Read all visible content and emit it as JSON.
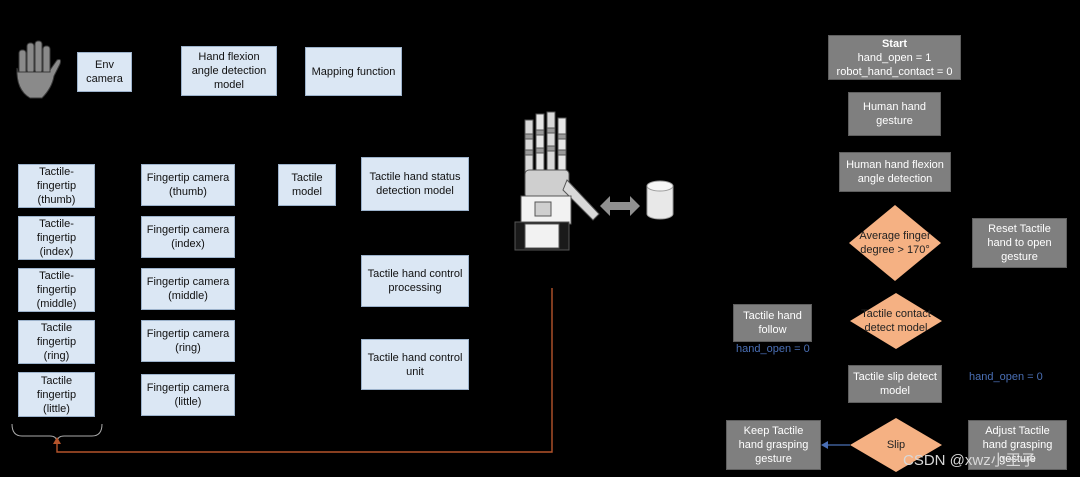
{
  "colors": {
    "background": "#000000",
    "model_box": "#dbe7f4",
    "flow_box": "#7f7f7f",
    "decision": "#f5b183",
    "feedback_line": "#b5542b",
    "note_text": "#4a6fb5"
  },
  "icons": {
    "human_hand": "hand-icon",
    "robot_hand": "robot-hand-icon",
    "exchange_arrow": "double-arrow-icon",
    "object": "cylinder-icon"
  },
  "pipeline": {
    "env_camera": "Env\ncamera",
    "flexion_model": "Hand flexion\nangle detection\nmodel",
    "mapping_function": "Mapping function",
    "tactile_fingertips": [
      "Tactile-\nfingertip\n(thumb)",
      "Tactile-\nfingertip\n(index)",
      "Tactile-\nfingertip\n(middle)",
      "Tactile\nfingertip\n(ring)",
      "Tactile\nfingertip\n(little)"
    ],
    "fingertip_cameras": [
      "Fingertip camera\n(thumb)",
      "Fingertip camera\n(index)",
      "Fingertip camera\n(middle)",
      "Fingertip camera\n(ring)",
      "Fingertip camera\n(little)"
    ],
    "tactile_model": "Tactile\nmodel",
    "status_detection": "Tactile hand status\ndetection model",
    "control_processing": "Tactile hand control\nprocessing",
    "control_unit": "Tactile hand control\nunit"
  },
  "flowchart": {
    "start_title": "Start",
    "start_lines": "hand_open = 1\nrobot_hand_contact = 0",
    "human_gesture": "Human hand\ngesture",
    "flexion_detection": "Human hand flexion\nangle detection",
    "decision_angle": "Average finger\ndegree > 170°",
    "reset_open": "Reset Tactile\nhand to open\ngesture",
    "hand_follow": "Tactile hand\nfollow",
    "note_left": "hand_open = 0",
    "decision_contact": "Tactile contact\ndetect model",
    "slip_detect": "Tactile slip detect\nmodel",
    "note_right": "hand_open = 0",
    "decision_slip": "Slip",
    "keep_grasp": "Keep Tactile\nhand grasping\ngesture",
    "adjust_grasp": "Adjust Tactile\nhand grasping\ngesture"
  },
  "watermark": "CSDN @xwz小王子"
}
